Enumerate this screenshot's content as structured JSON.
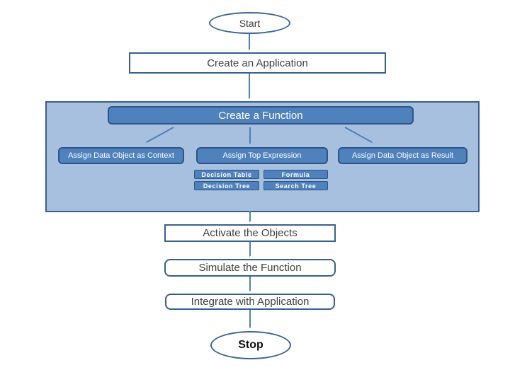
{
  "colors": {
    "accent_blue": "#4F81BD",
    "container_fill": "#A8C0DF",
    "border_dark_blue": "#36618E",
    "blue_box_border": "#2E5585",
    "node_text_dark": "#3F3F3F",
    "node_text_light": "#FFFFFF",
    "canvas_background": "#FFFFFF"
  },
  "flowchart": {
    "start_label": "Start",
    "create_application_label": "Create an Application",
    "create_function_label": "Create a Function",
    "assign_context_label": "Assign Data Object as Context",
    "assign_top_expression_label": "Assign Top Expression",
    "assign_result_label": "Assign Data Object as Result",
    "decision_table_label": "Decision Table",
    "formula_label": "Formula",
    "decision_tree_label": "Decision Tree",
    "search_tree_label": "Search Tree",
    "activate_objects_label": "Activate the Objects",
    "simulate_function_label": "Simulate the Function",
    "integrate_application_label": "Integrate with Application",
    "stop_label": "Stop"
  }
}
